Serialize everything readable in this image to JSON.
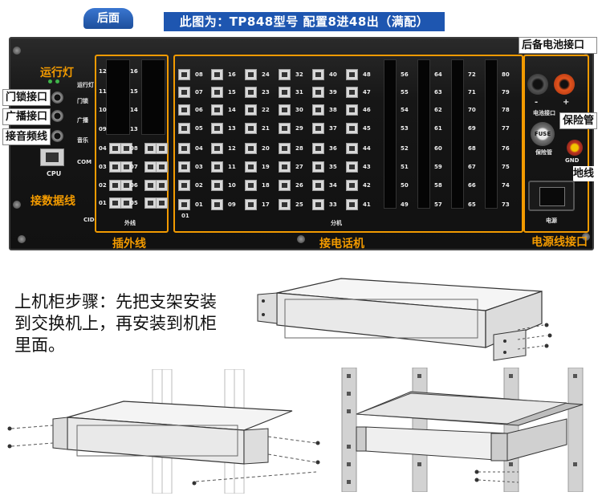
{
  "header": {
    "back_label": "后面",
    "title": "此图为：TP848型号 配置8进48出（满配）"
  },
  "panel": {
    "annotations": {
      "run_light": "运行灯",
      "door_lock": "门锁接口",
      "broadcast": "广播接口",
      "audio": "接音频线",
      "data_cable": "接数据线",
      "outside_line": "插外线",
      "phone": "接电话机",
      "battery": "后备电池接口",
      "fuse": "保险管",
      "ground": "地线",
      "power": "电源线接口"
    },
    "small_labels": {
      "run_light": "运行灯",
      "door_lock": "门锁",
      "broadcast": "广播",
      "music": "音乐",
      "com": "COM",
      "cpu": "CPU",
      "cid": "CID",
      "outer": "外线",
      "ext": "分机",
      "battery": "电池接口",
      "fuse": "保险管",
      "fuse_mark": "FUSE",
      "ground": "GND",
      "power": "电源",
      "neg": "-",
      "pos": "+"
    },
    "outer_numbers": {
      "col1": [
        "12",
        "11",
        "10",
        "09",
        "04",
        "03",
        "02",
        "01"
      ],
      "col2": [
        "16",
        "15",
        "14",
        "13",
        "08",
        "07",
        "06",
        "05"
      ]
    },
    "ext_numbers": [
      [
        "08",
        "07",
        "06",
        "05",
        "04",
        "03",
        "02",
        "01"
      ],
      [
        "16",
        "15",
        "14",
        "13",
        "12",
        "11",
        "10",
        "09"
      ],
      [
        "24",
        "23",
        "22",
        "21",
        "20",
        "19",
        "18",
        "17"
      ],
      [
        "32",
        "31",
        "30",
        "29",
        "28",
        "27",
        "26",
        "25"
      ],
      [
        "40",
        "39",
        "38",
        "37",
        "36",
        "35",
        "34",
        "33"
      ],
      [
        "48",
        "47",
        "46",
        "45",
        "44",
        "43",
        "42",
        "41"
      ],
      [
        "56",
        "55",
        "54",
        "53",
        "52",
        "51",
        "50",
        "49"
      ],
      [
        "64",
        "63",
        "62",
        "61",
        "60",
        "59",
        "58",
        "57"
      ],
      [
        "72",
        "71",
        "70",
        "69",
        "68",
        "67",
        "66",
        "65"
      ],
      [
        "80",
        "79",
        "78",
        "77",
        "76",
        "75",
        "74",
        "73"
      ]
    ],
    "ext_first_label": "01"
  },
  "instructions": {
    "text": "上机柜步骤：先把支架安装到交换机上，再安装到机柜里面。"
  },
  "colors": {
    "accent_orange": "#f29a00",
    "title_blue": "#1e56b0",
    "panel_black": "#141414"
  }
}
